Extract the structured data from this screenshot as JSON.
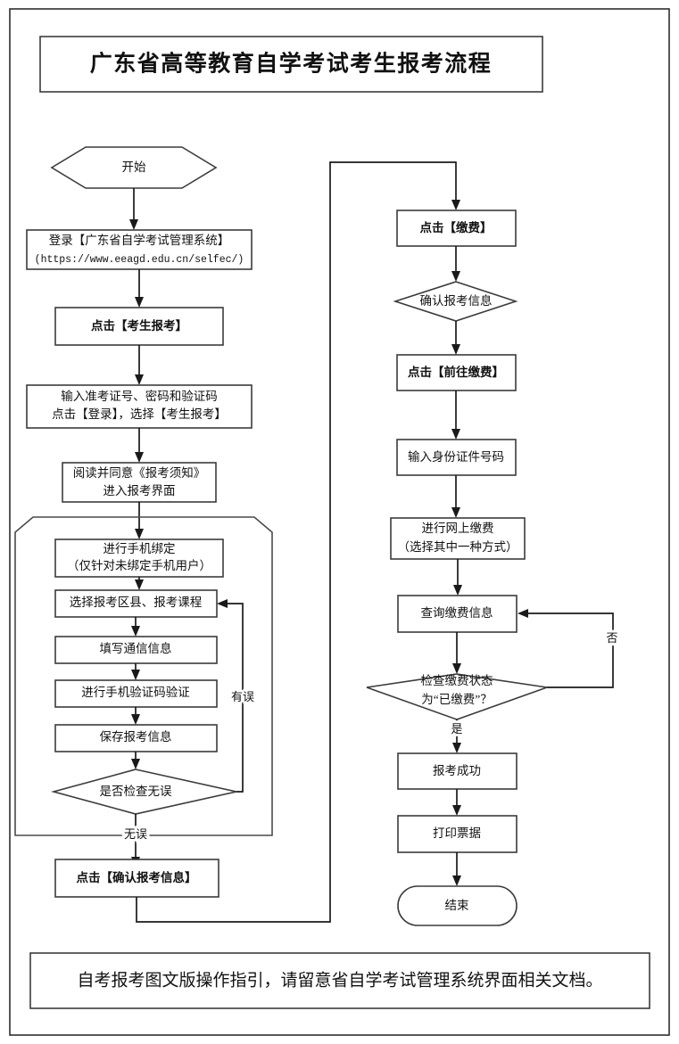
{
  "title": "广东省高等教育自学考试考生报考流程",
  "footer": "自考报考图文版操作指引，请留意省自学考试管理系统界面相关文档。",
  "chart_data": {
    "type": "diagram",
    "title": "广东省高等教育自学考试考生报考流程",
    "nodes": [
      {
        "id": "start",
        "shape": "hexagon",
        "lines": [
          "开始"
        ]
      },
      {
        "id": "login",
        "shape": "rect",
        "lines": [
          "登录【广东省自学考试管理系统】",
          "(https://www.eeagd.edu.cn/selfec/)"
        ]
      },
      {
        "id": "click-apply",
        "shape": "rect",
        "lines": [
          "点击【考生报考】"
        ]
      },
      {
        "id": "input-cred",
        "shape": "rect",
        "lines": [
          "输入准考证号、密码和验证码",
          "点击【登录】，选择【考生报考】"
        ]
      },
      {
        "id": "read-agree",
        "shape": "rect",
        "lines": [
          "阅读并同意《报考须知》",
          "进入报考界面"
        ]
      },
      {
        "id": "bind-phone",
        "shape": "rect",
        "lines": [
          "进行手机绑定",
          "（仅针对未绑定手机用户）"
        ]
      },
      {
        "id": "select-course",
        "shape": "rect",
        "lines": [
          "选择报考区县、报考课程"
        ]
      },
      {
        "id": "fill-contact",
        "shape": "rect",
        "lines": [
          "填写通信信息"
        ]
      },
      {
        "id": "verify-sms",
        "shape": "rect",
        "lines": [
          "进行手机验证码验证"
        ]
      },
      {
        "id": "save-info",
        "shape": "rect",
        "lines": [
          "保存报考信息"
        ]
      },
      {
        "id": "check-ok",
        "shape": "diamond",
        "lines": [
          "是否检查无误"
        ]
      },
      {
        "id": "confirm-info",
        "shape": "rect",
        "lines": [
          "点击【确认报考信息】"
        ]
      },
      {
        "id": "click-pay",
        "shape": "rect",
        "lines": [
          "点击【缴费】"
        ]
      },
      {
        "id": "confirm-apply",
        "shape": "diamond",
        "lines": [
          "确认报考信息"
        ]
      },
      {
        "id": "goto-pay",
        "shape": "rect",
        "lines": [
          "点击【前往缴费】"
        ]
      },
      {
        "id": "input-id",
        "shape": "rect",
        "lines": [
          "输入身份证件号码"
        ]
      },
      {
        "id": "online-pay",
        "shape": "rect",
        "lines": [
          "进行网上缴费",
          "（选择其中一种方式）"
        ]
      },
      {
        "id": "query-pay",
        "shape": "rect",
        "lines": [
          "查询缴费信息"
        ]
      },
      {
        "id": "check-paid",
        "shape": "diamond",
        "lines": [
          "检查缴费状态",
          "为“已缴费”？"
        ]
      },
      {
        "id": "success",
        "shape": "rect",
        "lines": [
          "报考成功"
        ]
      },
      {
        "id": "print",
        "shape": "rect",
        "lines": [
          "打印票据"
        ]
      },
      {
        "id": "end",
        "shape": "stadium",
        "lines": [
          "结束"
        ]
      }
    ],
    "edge_labels": [
      {
        "id": "err",
        "text": "有误"
      },
      {
        "id": "no-err",
        "text": "无误"
      },
      {
        "id": "no",
        "text": "否"
      },
      {
        "id": "yes",
        "text": "是"
      }
    ],
    "colors": {
      "stroke": "#3b3b3b",
      "connector": "#1a1a1a",
      "text": "#111111",
      "background": "#ffffff"
    }
  }
}
